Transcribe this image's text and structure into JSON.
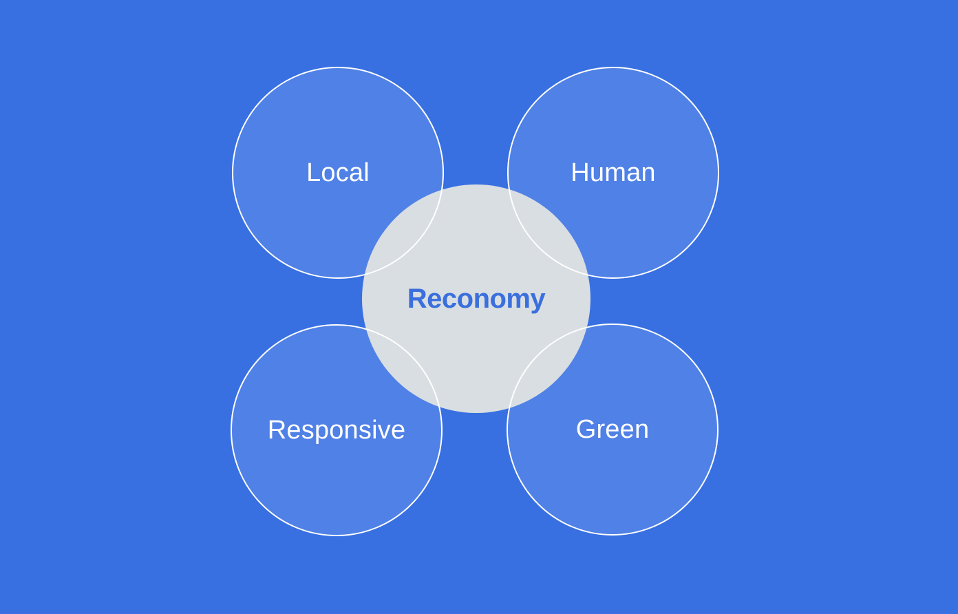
{
  "diagram": {
    "center": {
      "label": "Reconomy"
    },
    "nodes": [
      {
        "label": "Local"
      },
      {
        "label": "Human"
      },
      {
        "label": "Responsive"
      },
      {
        "label": "Green"
      }
    ],
    "colors": {
      "background": "#3870e2",
      "node_fill": "#5081e6",
      "node_stroke": "#ffffff",
      "node_text": "#ffffff",
      "center_fill": "#d9dee2",
      "center_text": "#3a6fdd"
    }
  }
}
